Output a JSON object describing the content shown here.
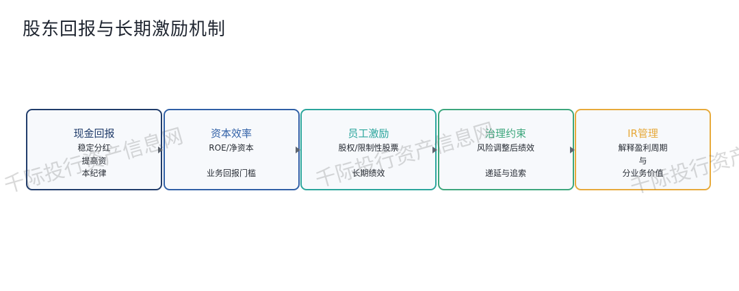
{
  "page": {
    "title": "股东回报与长期激励机制"
  },
  "diagram": {
    "nodes": [
      {
        "title": "现金回报",
        "lines": [
          "稳定分红",
          "提高资",
          "本纪律"
        ],
        "color": "#1f3b6a"
      },
      {
        "title": "资本效率",
        "lines": [
          "ROE/净资本",
          "",
          "业务回报门槛"
        ],
        "color": "#2f5fa6"
      },
      {
        "title": "员工激励",
        "lines": [
          "股权/限制性股票",
          "",
          "长期绩效"
        ],
        "color": "#2aa59c"
      },
      {
        "title": "治理约束",
        "lines": [
          "风险调整后绩效",
          "",
          "递延与追索"
        ],
        "color": "#3ca67c"
      },
      {
        "title": "IR管理",
        "lines": [
          "解释盈利周期",
          "与",
          "分业务价值"
        ],
        "color": "#e7a93a"
      }
    ],
    "arrow_color": "#5f6670"
  },
  "watermark": {
    "text": "千际投行资产信息网"
  }
}
